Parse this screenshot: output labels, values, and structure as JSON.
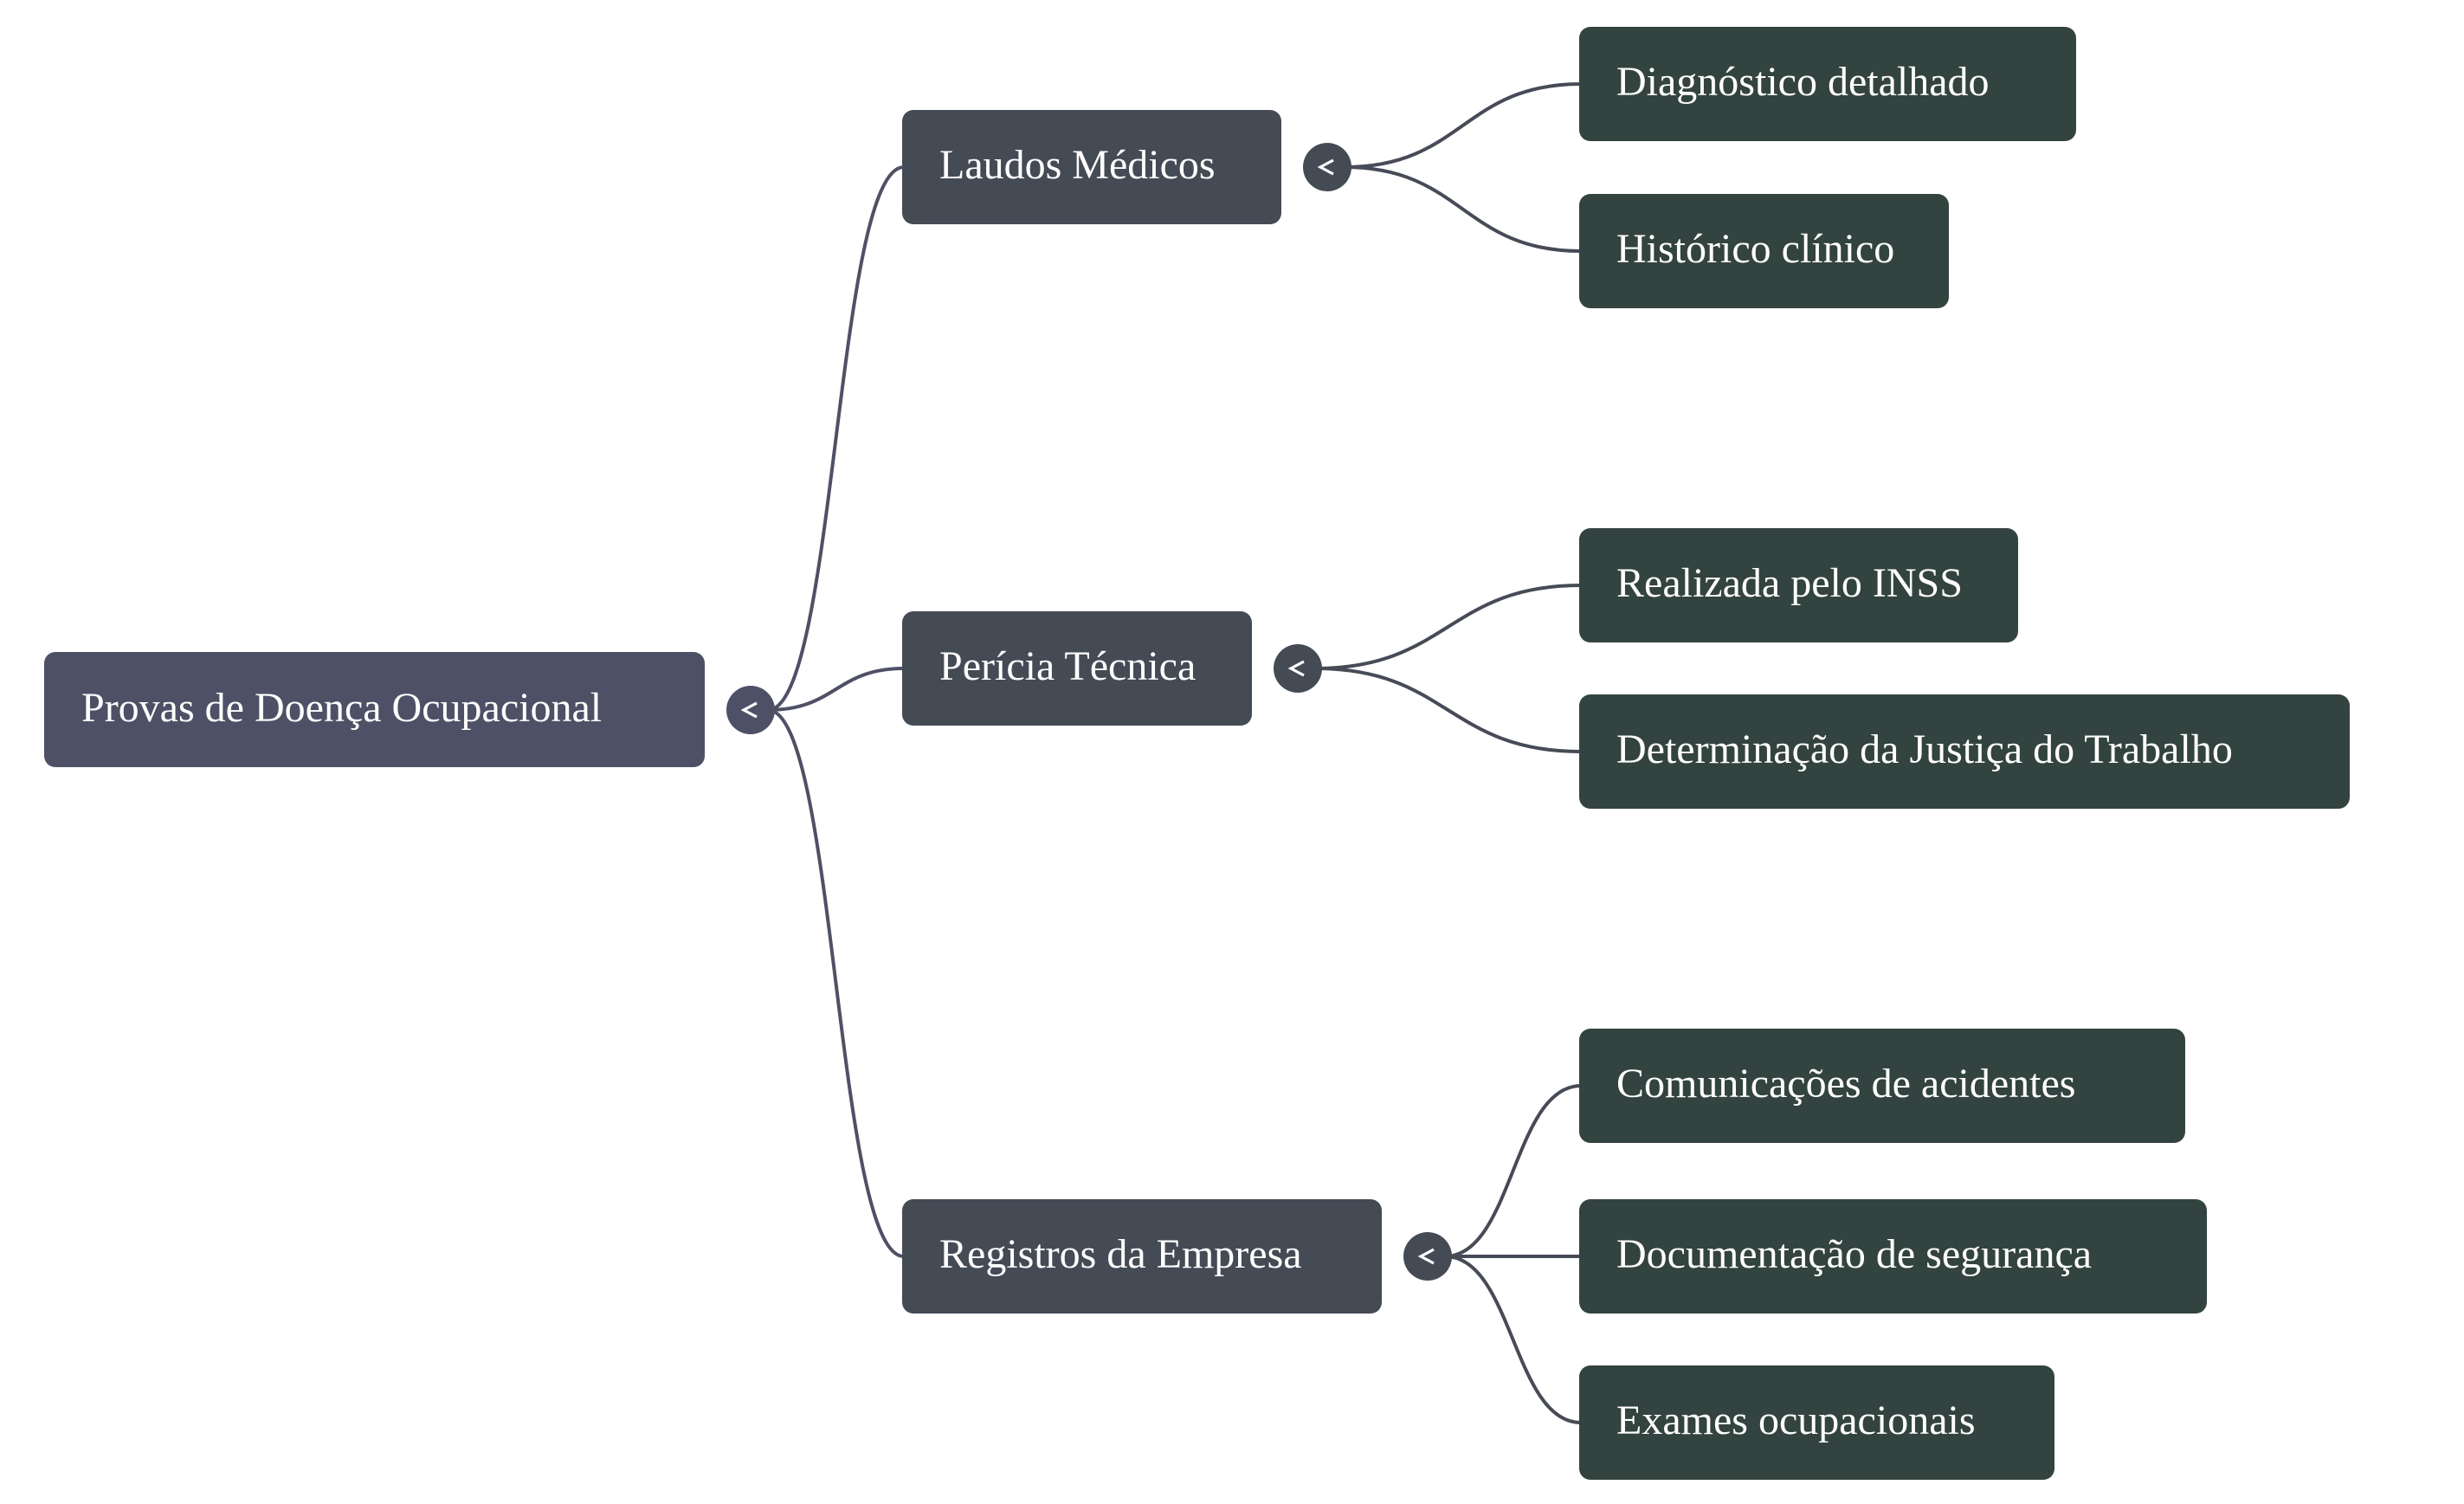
{
  "diagram": {
    "type": "mindmap",
    "colors": {
      "root_fill": "#4e5166",
      "root_edge": "#4e5166",
      "branch_fill": "#444b55",
      "branch_edge": "#474b57",
      "leaf_fill": "#33433f",
      "text": "#ffffff",
      "background": "#ffffff"
    },
    "toggle_icon": "chevron-left-icon",
    "root": {
      "label": "Provas de Doença Ocupacional",
      "expanded": true,
      "children": [
        {
          "label": "Laudos Médicos",
          "expanded": true,
          "children": [
            {
              "label": "Diagnóstico detalhado"
            },
            {
              "label": "Histórico clínico"
            }
          ]
        },
        {
          "label": "Perícia Técnica",
          "expanded": true,
          "children": [
            {
              "label": "Realizada pelo INSS"
            },
            {
              "label": "Determinação da Justiça do Trabalho"
            }
          ]
        },
        {
          "label": "Registros da Empresa",
          "expanded": true,
          "children": [
            {
              "label": "Comunicações de acidentes"
            },
            {
              "label": "Documentação de segurança"
            },
            {
              "label": "Exames ocupacionais"
            }
          ]
        }
      ]
    }
  }
}
